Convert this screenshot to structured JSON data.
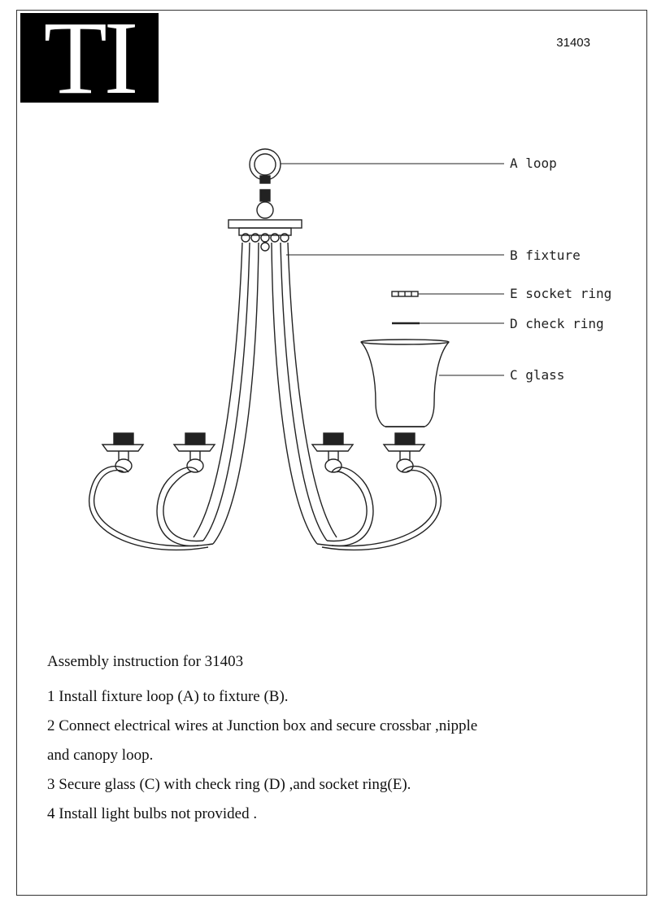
{
  "header": {
    "logo_text": "TI",
    "model_number": "31403"
  },
  "diagram": {
    "parts": [
      {
        "key": "A",
        "label": "A loop"
      },
      {
        "key": "B",
        "label": "B fixture"
      },
      {
        "key": "E",
        "label": "E socket ring"
      },
      {
        "key": "D",
        "label": "D check ring"
      },
      {
        "key": "C",
        "label": "C glass"
      }
    ]
  },
  "instructions": {
    "title": "Assembly instruction for 31403",
    "steps": [
      "1 Install fixture loop (A) to fixture (B).",
      "2 Connect electrical wires at Junction box and secure crossbar ,nipple",
      "and canopy loop.",
      "3 Secure glass (C) with check ring (D) ,and socket ring(E).",
      "4 Install light bulbs not provided ."
    ]
  }
}
